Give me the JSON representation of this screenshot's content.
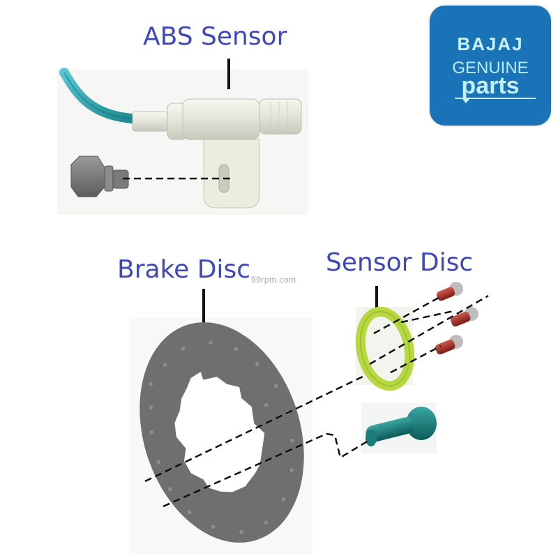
{
  "labels": {
    "abs_sensor": "ABS Sensor",
    "brake_disc": "Brake Disc",
    "sensor_disc": "Sensor Disc"
  },
  "logo": {
    "line1": "BAJAJ",
    "line2": "GENUINE",
    "line3": "parts",
    "background_color": "#1b73b7",
    "text_color": "#c2effa"
  },
  "watermark": "99rpm.com",
  "colors": {
    "label_text": "#3f48b8",
    "sensor_cable": "#2fa3b3",
    "brake_disc": "#6e6e6e",
    "sensor_disc": "#b8d842",
    "red_screws": "#a8302a",
    "teal_bolt": "#17706e",
    "leader_lines": "#111111"
  },
  "parts": [
    {
      "name": "ABS Sensor"
    },
    {
      "name": "Sensor mounting bolt"
    },
    {
      "name": "Brake Disc"
    },
    {
      "name": "Sensor Disc"
    },
    {
      "name": "Sensor disc screws",
      "count": 3
    },
    {
      "name": "Brake disc bolt"
    }
  ]
}
